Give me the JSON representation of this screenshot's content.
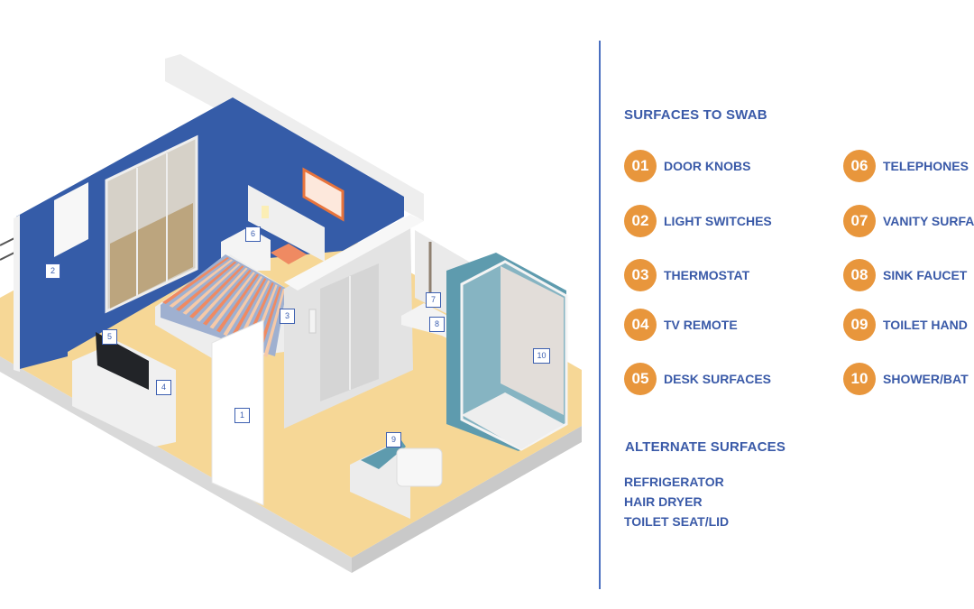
{
  "illustration": {
    "markers": [
      "1",
      "2",
      "3",
      "4",
      "5",
      "6",
      "7",
      "8",
      "9",
      "10"
    ],
    "colors": {
      "wall_blue": "#355ca8",
      "floor": "#f6d796",
      "accent_orange": "#e8963c",
      "shower_teal": "#5e9bae"
    }
  },
  "panel": {
    "title": "SURFACES TO SWAB",
    "surfaces": [
      {
        "num": "01",
        "label": "DOOR KNOBS"
      },
      {
        "num": "02",
        "label": "LIGHT SWITCHES"
      },
      {
        "num": "03",
        "label": "THERMOSTAT"
      },
      {
        "num": "04",
        "label": "TV REMOTE"
      },
      {
        "num": "05",
        "label": "DESK SURFACES"
      },
      {
        "num": "06",
        "label": "TELEPHONES"
      },
      {
        "num": "07",
        "label": "VANITY SURFA"
      },
      {
        "num": "08",
        "label": "SINK FAUCET"
      },
      {
        "num": "09",
        "label": "TOILET HAND"
      },
      {
        "num": "10",
        "label": "SHOWER/BAT"
      }
    ],
    "alternate_title": "ALTERNATE SURFACES",
    "alternates": [
      "REFRIGERATOR",
      "HAIR DRYER",
      "TOILET SEAT/LID"
    ]
  }
}
